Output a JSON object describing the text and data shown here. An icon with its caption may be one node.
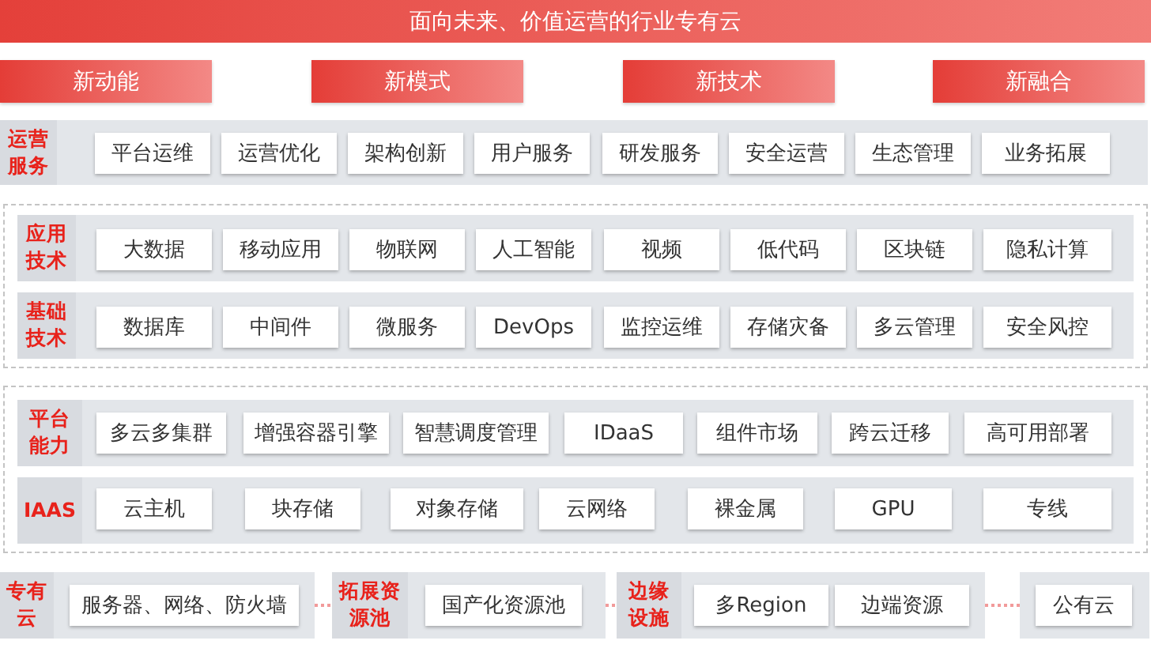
{
  "diagram": {
    "title": "面向未来、价值运营的行业专有云",
    "nodes": [
      {
        "text": [
          "新动能"
        ]
      },
      {
        "text": [
          "新模式"
        ]
      },
      {
        "text": [
          "新技术"
        ]
      },
      {
        "text": [
          "新融合"
        ]
      },
      {
        "text": [
          "运营服务"
        ]
      },
      {
        "text": [
          "平台运维"
        ],
        "in": 4
      },
      {
        "text": [
          "运营优化"
        ],
        "in": 4
      },
      {
        "text": [
          "架构创新"
        ],
        "in": 4
      },
      {
        "text": [
          "用户服务"
        ],
        "in": 4
      },
      {
        "text": [
          "研发服务"
        ],
        "in": 4
      },
      {
        "text": [
          "安全运营"
        ],
        "in": 4
      },
      {
        "text": [
          "生态管理"
        ],
        "in": 4
      },
      {
        "text": [
          "业务拓展"
        ],
        "in": 4
      },
      {
        "text": [],
        "shape": "box"
      },
      {
        "text": [
          "应用技术"
        ],
        "in": 13
      },
      {
        "text": [
          "大数据"
        ],
        "in": 14
      },
      {
        "text": [
          "移动应用"
        ],
        "in": 14
      },
      {
        "text": [
          "物联网"
        ],
        "in": 14
      },
      {
        "text": [
          "人工智能"
        ],
        "in": 14
      },
      {
        "text": [
          "视频"
        ],
        "in": 14
      },
      {
        "text": [
          "低代码"
        ],
        "in": 14
      },
      {
        "text": [
          "区块链"
        ],
        "in": 14
      },
      {
        "text": [
          "隐私计算"
        ],
        "in": 14
      },
      {
        "text": [
          "基础技术"
        ],
        "in": 13
      },
      {
        "text": [
          "数据库"
        ],
        "in": 23
      },
      {
        "text": [
          "中间件"
        ],
        "in": 23
      },
      {
        "text": [
          "微服务"
        ],
        "in": 23
      },
      {
        "text": [
          "DevOps"
        ],
        "in": 23
      },
      {
        "text": [
          "监控运维"
        ],
        "in": 23
      },
      {
        "text": [
          "存储灾备"
        ],
        "in": 23
      },
      {
        "text": [
          "多云管理"
        ],
        "in": 23
      },
      {
        "text": [
          "安全风控"
        ],
        "in": 23
      },
      {
        "text": [],
        "shape": "box"
      },
      {
        "text": [
          "平台能力"
        ],
        "in": 32
      },
      {
        "text": [
          "多云多集群"
        ],
        "in": 33
      },
      {
        "text": [
          "增强容器引擎"
        ],
        "in": 33
      },
      {
        "text": [
          "智慧调度管理"
        ],
        "in": 33
      },
      {
        "text": [
          "IDaaS"
        ],
        "in": 33
      },
      {
        "text": [
          "组件市场"
        ],
        "in": 33
      },
      {
        "text": [
          "跨云迁移"
        ],
        "in": 33
      },
      {
        "text": [
          "高可用部署"
        ],
        "in": 33
      },
      {
        "text": [
          "IAAS"
        ],
        "in": 32
      },
      {
        "text": [
          "云主机"
        ],
        "in": 41
      },
      {
        "text": [
          "块存储"
        ],
        "in": 41
      },
      {
        "text": [
          "对象存储"
        ],
        "in": 41
      },
      {
        "text": [
          "云网络"
        ],
        "in": 41
      },
      {
        "text": [
          "裸金属"
        ],
        "in": 41
      },
      {
        "text": [
          "GPU"
        ],
        "in": 41
      },
      {
        "text": [
          "专线"
        ],
        "in": 41
      },
      {
        "text": [
          "专有云"
        ]
      },
      {
        "text": [
          "服务器、网络、防火墙"
        ],
        "in": 49
      },
      {
        "text": [
          "拓展资源池"
        ]
      },
      {
        "text": [
          "国产化资源池"
        ],
        "in": 51
      },
      {
        "text": [
          "边缘设施"
        ]
      },
      {
        "text": [
          "多Region"
        ],
        "in": 53
      },
      {
        "text": [
          "边端资源"
        ],
        "in": 53
      },
      {
        "text": [],
        "shape": "box"
      },
      {
        "text": [
          "公有云"
        ],
        "in": 56
      }
    ],
    "edges": [
      {
        "from": 49,
        "to": 51,
        "arrow": "none",
        "style": "dashed"
      },
      {
        "from": 51,
        "to": 53,
        "arrow": "none",
        "style": "dashed"
      },
      {
        "from": 53,
        "to": 56,
        "arrow": "none",
        "style": "dashed"
      }
    ]
  }
}
